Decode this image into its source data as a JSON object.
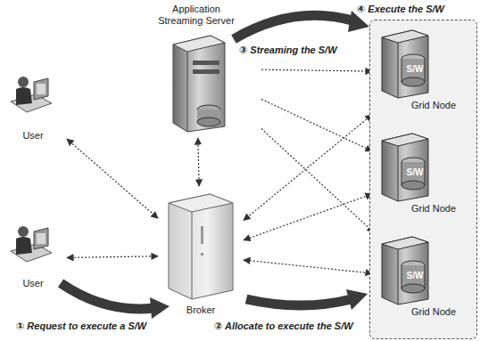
{
  "diagram": {
    "nodes": [
      {
        "text": [
          "Application Streaming Server"
        ]
      },
      {
        "text": [
          "User"
        ]
      },
      {
        "text": [
          "User"
        ]
      },
      {
        "text": [
          "Broker"
        ]
      },
      {
        "text": [
          "④ Execute the S/W"
        ]
      },
      {
        "text": [
          "S/W",
          "Grid Node"
        ],
        "in": 4
      },
      {
        "text": [
          "S/W",
          "Grid Node"
        ],
        "in": 4
      },
      {
        "text": [
          "S/W",
          "Grid Node"
        ],
        "in": 4
      }
    ],
    "edges": [
      {
        "from": 1,
        "to": 3,
        "arrow": "both"
      },
      {
        "from": 2,
        "to": 3,
        "arrow": "both"
      },
      {
        "from": 0,
        "to": 3,
        "arrow": "both"
      },
      {
        "from": 0,
        "to": 5,
        "arrow": "to"
      },
      {
        "from": 0,
        "to": 6,
        "arrow": "to"
      },
      {
        "from": 0,
        "to": 7,
        "arrow": "to"
      },
      {
        "from": 5,
        "to": 3,
        "arrow": "both"
      },
      {
        "from": 6,
        "to": 3,
        "arrow": "both"
      },
      {
        "from": 7,
        "to": 3,
        "arrow": "both"
      }
    ],
    "labels": [
      "③ Streaming the S/W",
      "① Request to execute a S/W",
      "② Allocate to execute the S/W"
    ]
  }
}
